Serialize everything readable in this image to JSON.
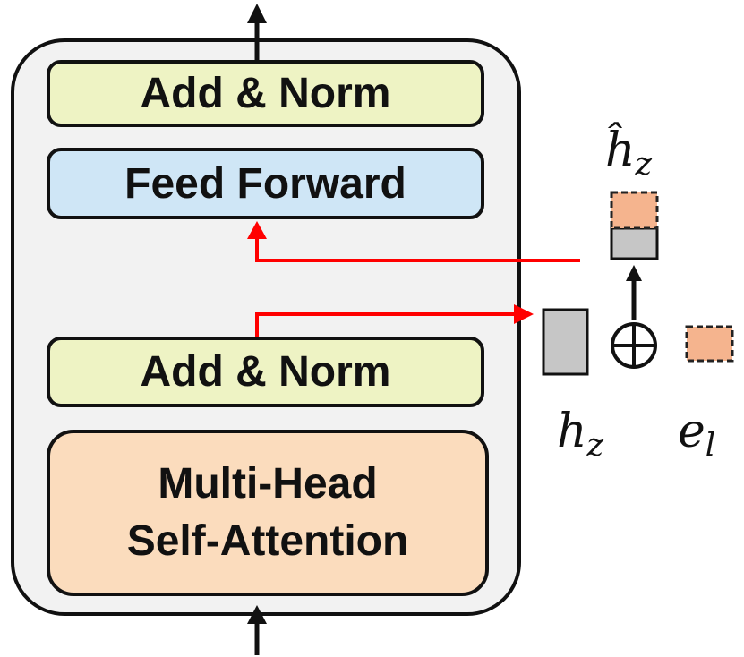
{
  "blocks": {
    "add_norm_top": "Add & Norm",
    "feed_forward": "Feed Forward",
    "add_norm_bottom": "Add & Norm",
    "mhsa_line1": "Multi-Head",
    "mhsa_line2": "Self-Attention"
  },
  "symbols": {
    "hz_base": "h",
    "hz_sub": "z",
    "hz_hat_base": "ĥ",
    "hz_hat_sub": "z",
    "el_base": "e",
    "el_sub": "l"
  },
  "colors": {
    "add_norm": "#eef3c4",
    "feed_forward": "#cfe6f6",
    "attention": "#fbdcbd",
    "container": "#f2f2f2",
    "red_arrow": "#ff0000",
    "gray_box": "#c6c6c6",
    "orange_box": "#f5b48e"
  },
  "icons": {
    "oplus": "⊕"
  }
}
